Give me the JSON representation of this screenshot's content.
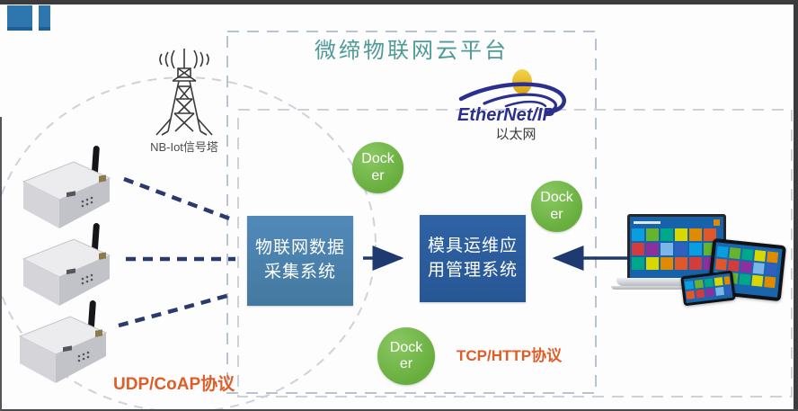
{
  "slide": {
    "frame_color": "#3b3b3d",
    "logo_color": "#2d76ae"
  },
  "cloud_platform": {
    "title": "微缔物联网云平台",
    "title_color": "#4d9a96"
  },
  "field_network": {
    "tower_label": "NB-Iot信号塔",
    "device_count": 3
  },
  "boxes": {
    "collect": {
      "full": "物联网数据采集系统",
      "lines": [
        "物联网数据",
        "采集系统"
      ],
      "color": "#4a80b2"
    },
    "manage": {
      "full": "模具运维应用管理系统",
      "lines": [
        "模具运维应",
        "用管理系统"
      ],
      "color": "#2b5d9d"
    }
  },
  "docker": {
    "full": "Docker",
    "lines": [
      "Dock",
      "er"
    ],
    "color": "#6fb344",
    "count": 3
  },
  "ethernet": {
    "brand": "EtherNet/IP",
    "label": "以太网",
    "brand_color": "#2b2f8e"
  },
  "protocols": {
    "udp": "UDP/CoAP协议",
    "tcp": "TCP/HTTP协议",
    "color": "#df5d26"
  },
  "connections": {
    "line_color": "#2a3a6e",
    "arrow_color": "#1f3a70"
  },
  "client_devices": {
    "kinds": [
      "laptop",
      "tablet",
      "phone"
    ],
    "screen_color": "#1763ab",
    "tile_colors": [
      "#65b32e",
      "#e08a00",
      "#8e2f9e",
      "#0a9de0",
      "#d8d800",
      "#d23c3c",
      "#2f5fbf",
      "#00a88a",
      "#e0572a",
      "#7cb6e8"
    ]
  }
}
